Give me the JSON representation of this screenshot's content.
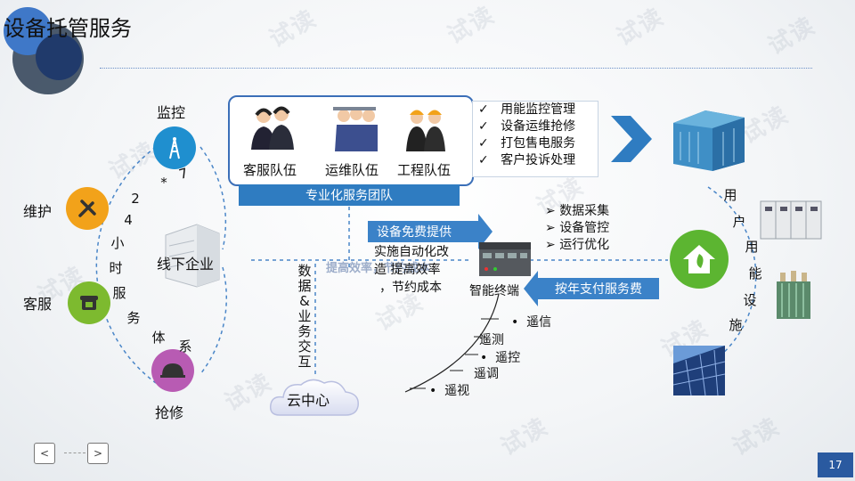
{
  "title": "设备托管服务",
  "watermark": "试读",
  "left_circle": {
    "items": [
      {
        "label": "监控",
        "icon": "antenna-tower-icon",
        "color": "#1f8fcf"
      },
      {
        "label": "维护",
        "icon": "tools-icon",
        "color": "#f2a21a"
      },
      {
        "label": "客服",
        "icon": "telephone-icon",
        "color": "#7dba2f"
      },
      {
        "label": "抢修",
        "icon": "helmet-icon",
        "color": "#b85bb3"
      }
    ],
    "vertical_text": [
      "7",
      "*",
      "2",
      "4",
      "小",
      "时",
      "服",
      "务",
      "体",
      "系"
    ]
  },
  "offline_enterprise": "线下企业",
  "teams": [
    {
      "label": "客服队伍",
      "icon": "customer-service-team-icon"
    },
    {
      "label": "运维队伍",
      "icon": "maintenance-team-icon"
    },
    {
      "label": "工程队伍",
      "icon": "engineering-team-icon"
    }
  ],
  "team_banner": "专业化服务团队",
  "services": [
    "用能监控管理",
    "设备运维抢修",
    "打包售电服务",
    "客户投诉处理"
  ],
  "data_functions": [
    "数据采集",
    "设备管控",
    "运行优化"
  ],
  "free_banner": "设备免费提供",
  "middle_text": {
    "line1": "实施自动化改",
    "line2": "造 提高效率",
    "line3": "，节约成本",
    "overlay": "提高效率，节约成本"
  },
  "smart_terminal": "智能终端",
  "annual_banner": "按年支付服务费",
  "remote_functions": [
    "遥信",
    "遥测",
    "遥控",
    "遥调",
    "遥视"
  ],
  "data_exchange_vertical": [
    "数",
    "据",
    "&",
    "业",
    "务",
    "交",
    "互"
  ],
  "cloud_center": "云中心",
  "user_facilities_vertical": [
    "用",
    "户",
    "用",
    "能",
    "设",
    "施"
  ],
  "page_number": "17",
  "colors": {
    "accent_blue": "#2f7cc1",
    "green_house": "#5cb531",
    "dark_blue": "#2a5aa0"
  }
}
